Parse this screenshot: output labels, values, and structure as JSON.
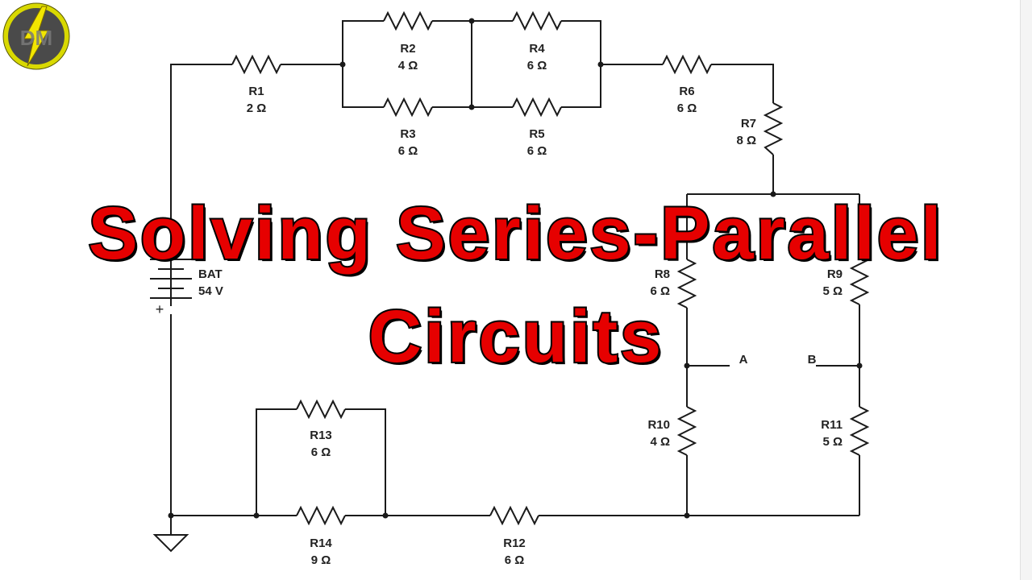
{
  "title": {
    "line1": "Solving Series-Parallel",
    "line2": "Circuits"
  },
  "logo": {
    "icon": "lightning-bolt-icon",
    "text": "DM"
  },
  "battery": {
    "name": "BAT",
    "value": "54 V",
    "plus": "+"
  },
  "resistors": {
    "R1": {
      "name": "R1",
      "value": "2 Ω"
    },
    "R2": {
      "name": "R2",
      "value": "4 Ω"
    },
    "R3": {
      "name": "R3",
      "value": "6 Ω"
    },
    "R4": {
      "name": "R4",
      "value": "6 Ω"
    },
    "R5": {
      "name": "R5",
      "value": "6 Ω"
    },
    "R6": {
      "name": "R6",
      "value": "6 Ω"
    },
    "R7": {
      "name": "R7",
      "value": "8 Ω"
    },
    "R8": {
      "name": "R8",
      "value": "6 Ω"
    },
    "R9": {
      "name": "R9",
      "value": "5 Ω"
    },
    "R10": {
      "name": "R10",
      "value": "4 Ω"
    },
    "R11": {
      "name": "R11",
      "value": "5 Ω"
    },
    "R12": {
      "name": "R12",
      "value": "6 Ω"
    },
    "R13": {
      "name": "R13",
      "value": "6 Ω"
    },
    "R14": {
      "name": "R14",
      "value": "9 Ω"
    }
  },
  "nodes": {
    "A": "A",
    "B": "B"
  },
  "colors": {
    "title_fill": "#e60000",
    "title_outline": "#000000",
    "wire": "#1a1a1a",
    "logo_ring": "#c8d000"
  }
}
